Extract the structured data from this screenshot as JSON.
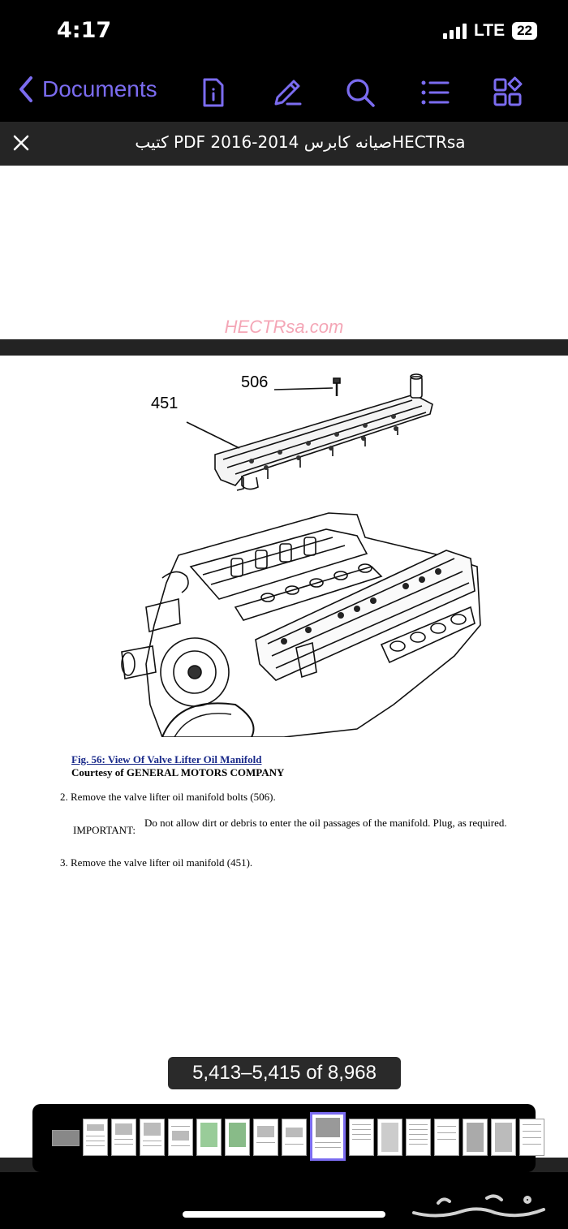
{
  "status": {
    "time": "4:17",
    "network": "LTE",
    "battery": "22"
  },
  "toolbar": {
    "back_label": "Documents"
  },
  "document": {
    "title": "كتيب PDF صيانه كابرس 2014-2016HECTRsa"
  },
  "watermark": "HECTRsa.com",
  "figure": {
    "callout_a": "506",
    "callout_b": "451"
  },
  "content": {
    "caption": "Fig. 56: View Of Valve Lifter Oil Manifold",
    "courtesy": "Courtesy of GENERAL MOTORS COMPANY",
    "step2": "2. Remove the valve lifter oil manifold bolts (506).",
    "important_label": "IMPORTANT:",
    "important_text": "Do not allow dirt or debris to enter the oil passages of the manifold. Plug, as required.",
    "step3": "3. Remove the valve lifter oil manifold (451)."
  },
  "page_counter": "5,413–5,415 of 8,968",
  "colors": {
    "accent": "#7b6cf0",
    "watermark": "#f4a6b6"
  }
}
